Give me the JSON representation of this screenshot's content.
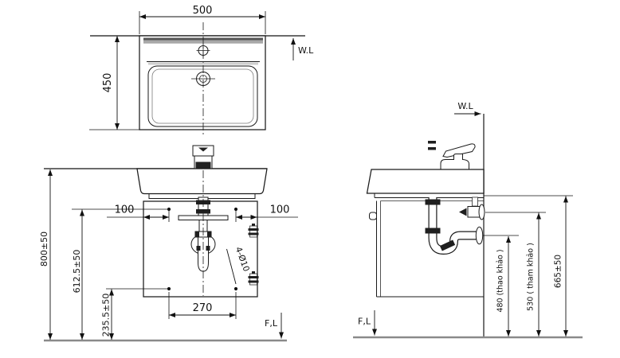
{
  "colors": {
    "line": "#1a1a1a",
    "reference_line": "#3a3a3a",
    "floor_line": "#8a8a8a",
    "background": "#ffffff"
  },
  "views": {
    "top": {
      "width_dim": "500",
      "depth_dim": "450",
      "water_line_label": "W.L"
    },
    "front": {
      "height_total": "800±50",
      "upper_bolt_height": "612.5±50",
      "lower_bolt_height": "235.5±50",
      "left_bolt_offset": "100",
      "right_bolt_offset": "100",
      "bolt_span": "270",
      "bolt_holes": "4-Ø10",
      "floor_line_label": "F,L"
    },
    "side": {
      "water_line_label": "W.L",
      "drain_outlet_height": "480 (thao khảo )",
      "supply_valve_height": "530 ( tham khảo )",
      "rim_height": "665±50",
      "floor_line_label": "F,L"
    }
  }
}
